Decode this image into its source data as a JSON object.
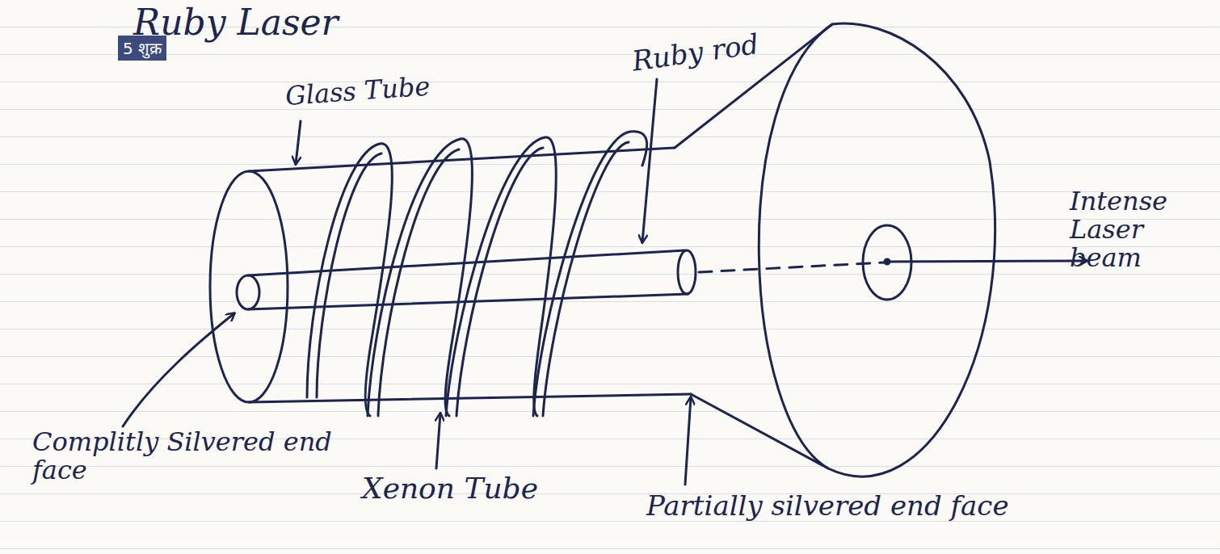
{
  "diagram": {
    "title": "Ruby Laser",
    "labels": [
      "5 शुक्र",
      "Glass Tube",
      "Ruby rod",
      "Intense Laser beam",
      "Complitly Silvered end face",
      "Xenon Tube",
      "Partially silvered end face"
    ]
  }
}
